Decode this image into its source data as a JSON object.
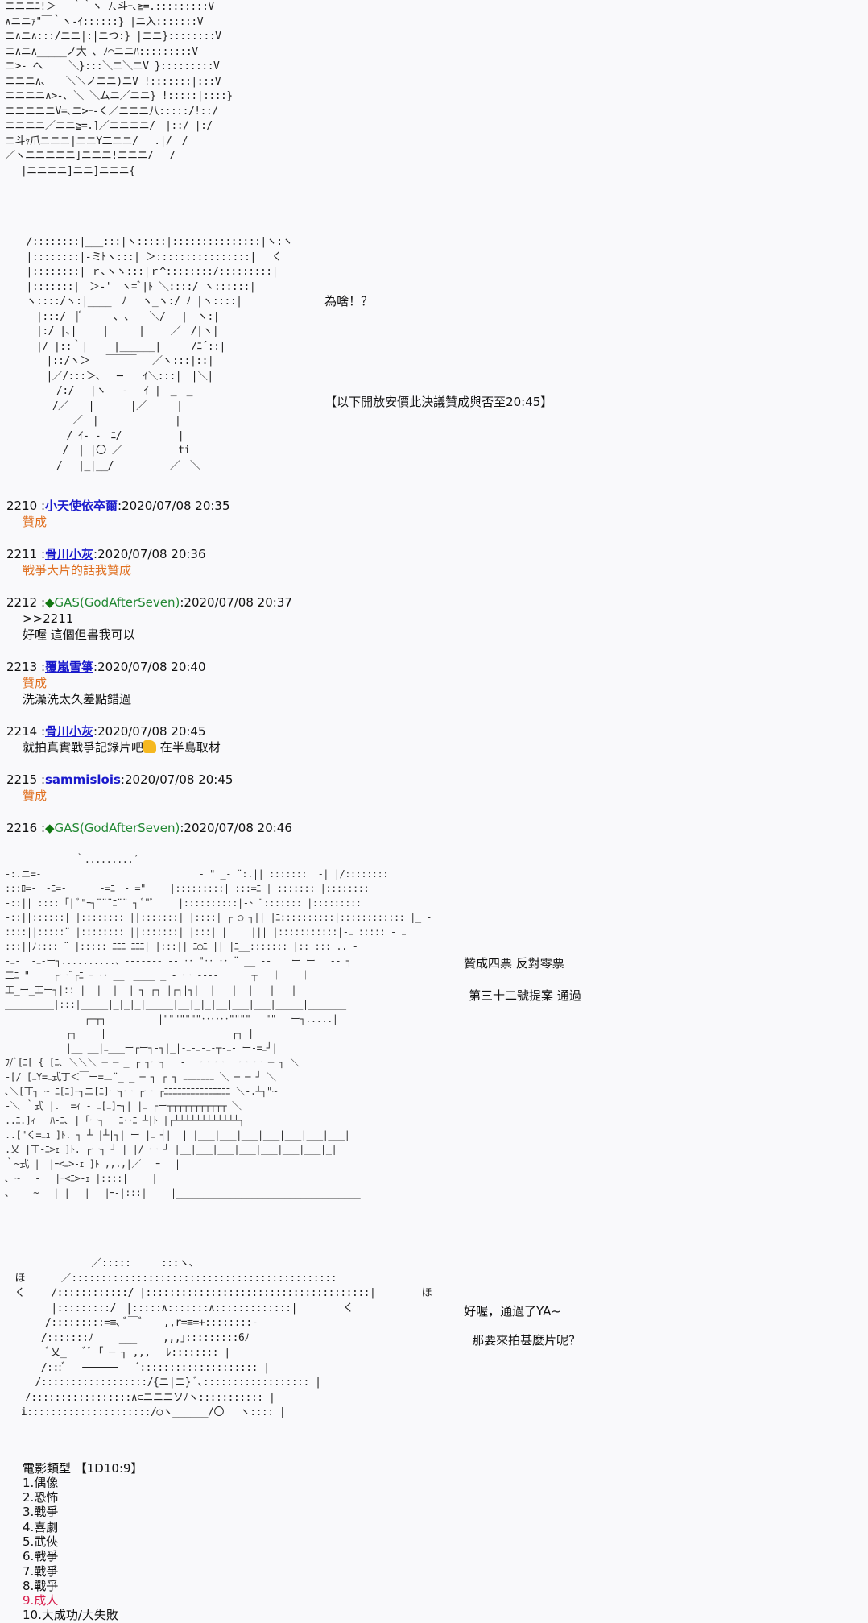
{
  "art1": [
    "ニニニﾆ!＞　 ｀｀ヽ ﾉ､斗ｰ､≧=.:::::::::V",
    "∧ニニｧ\"￣｀ヽ-ｲ::::::} |ニ入:::::::V",
    "ニ∧ニ∧:::/ニニ|:|ニつ:} |ニニ}::::::::V",
    "ニ∧ニ∧_____ノ大 ､ ﾉ⌒ニニﾊ:::::::::V",
    "ニ>- へ　　 ＼}:::＼ニ＼ニV }:::::::::V",
    "ニニニ∧､　　＼＼ノニニ)ニV !:::::::|:::V",
    "ニニニニ∧>-､ ＼ ＼ムニ／ニニ} !:::::|::::}",
    "ニニニニニV=､ニ>ｰ-く／ニニニ八:::::/!::/",
    "ニニニニ／ニニ≧=.]／ニニニニ/　|::/ |:/",
    "ニ斗ｬ爪ニニニ|ニニY二ニニ/　 .|/　/",
    "／ヽニニニニニ]ニニニ!ニニニ/　 /",
    "　 |ニニニニ]ニニ]ニニニ{"
  ],
  "art2": [
    "　/::::::::|___:::|ヽ:::::|:::::::::::::::|ヽ:ヽ",
    "　|::::::::|-ミﾄヽ:::| ＞::::::::::::::::| 　く",
    "　|::::::::| ｒ､ヽヽ:::|ｒ^::::::::/:::::::::|",
    "　|:::::::|　＞-'　ヽ=ﾞ|ﾄ ＼::::/ ヽ::::::|",
    "　ヽ::::/ヽ:|____　ﾉ　 ヽ_ヽ:/ ﾉ |ヽ::::|",
    "　　|:::/　|ﾞ　　　､ ､　　＼/　 |　ヽ:|",
    "　　|:/ |､|　　 |￣￣￣|　　 ／　/|ヽ|",
    "　　|/ |::｀|　　 |______|　　　/ﾆ´::|",
    "　　　|::/ヽ＞　 ￣￣￣　 ／ヽ:::|::|",
    "　　　|／/:::＞､　 ─　　ｲ＼:::|　|＼|",
    "　　　　/:/　 |ヽ　 -　 ｲ |　_＿_",
    "　　　 /／　　|　　　 |／　　　|",
    "　　　　　 ／　|　　　　　　　 |",
    "　　　　　/ ｲ- -　ﾆ/　　　　　 |",
    "　　　　 /　| |〇 ／　　　　　 ti",
    "　　　　/　 |_|__/　　　　　 ／　＼"
  ],
  "say1": "為啥！？",
  "notice": "【以下開放安價此決議贊成與否至20:45】",
  "posts": [
    {
      "num": "2210 :",
      "name": "小天使依卒爾",
      "date": ":2020/07/08 20:35",
      "lines": [
        "贊成"
      ],
      "orange": true
    },
    {
      "num": "2211 :",
      "name": "骨川小灰",
      "date": ":2020/07/08 20:36",
      "lines": [
        "戰爭大片的話我贊成"
      ],
      "orange": true
    },
    {
      "num": "2212 :",
      "trip": "◆",
      "name": "GAS(GodAfterSeven)",
      "date": ":2020/07/08 20:37",
      "lines": [
        ">>2211",
        "好喔 這個但書我可以"
      ]
    },
    {
      "num": "2213 :",
      "name": "覆嵐雪箏",
      "date": ":2020/07/08 20:40",
      "lines": [
        "贊成",
        "洗澡洗太久差點錯過"
      ]
    },
    {
      "num": "2214 :",
      "name": "骨川小灰",
      "date": ":2020/07/08 20:45",
      "lines": [
        "就拍真實戰爭記錄片吧",
        "在半島取材"
      ]
    },
    {
      "num": "2215 :",
      "name": "sammislois",
      "date": ":2020/07/08 20:45",
      "lines": [
        "贊成"
      ]
    },
    {
      "num": "2216 :",
      "trip": "◆",
      "name": "GAS(GodAfterSeven)",
      "date": ":2020/07/08 20:46"
    }
  ],
  "art3": [
    "　　　　　　　 ｀.........´",
    "-:.ニ=-　　　　　　　　　　　　　　　　　- \" _- ¨:.|| :::::::  -| |/::::::::",
    ":::ﾛ=-　-ﾆ=-　　　 -=ﾆ　- =\"　　 |:::::::::| :::=ﾆ | ::::::: |::::::::",
    "-::|| :::: ｢| ﾞ\"ｰ┐¨¨¨ﾆ¨¨ ┐ ﾞ\"ﾞ　　 |::::::::::|-ﾄ ¨::::::: |:::::::::",
    "-::||::::::| |:::::::: ||:::::::| |::::| ┌ ○ ┐|| |ﾆ::::::::::|:::::::::::: |_ -",
    "::::||:::::¨ |:::::::: ||:::::::| |:::| |　　 ||| |:::::::::::|-ﾆ ::::: - ﾆ",
    ":::||ﾉ:::: ¨ |::::: ﾆﾆﾆ ﾆﾆﾆ| |:::|| ﾆ○ﾆ || |ﾆ__::::::: |:: ::: .. -",
    "-ﾆ-  -ﾆ-ー┐..........、------- -- ‥ \"‥ ‥ ¨ __ -- 　 ー ー　 -- ┐",
    "二ﾆ \"　　 ┌ー¨┌ﾆ ｰ ‥ __　____ _ - ー ----　　　 ┬　 ｜ 　 ｜",
    "工_ー_工ー┐|:: |  |  |  | ┐ ┌┐ |┌┐|┐|  |   |  |   |   |",
    "_________|:::|_____|_|_|_|_____|__|_|_|__|___|___|_____|_______",
    "　　　　　　　　 ┌─┬┐　　　　　 |\"\"\"\"\"\"\"‥‥‥\"\"\"\"　 \"\"　 ー┐.....|",
    "　　　　　　 ┌┐　　 |　　　　　　　　　　　　　 ┌┐ |",
    "　　　　　　 |__|__|ﾆ___ー┌ー┐-┐|_|-ﾆ-ﾆ-ﾆ-┬-ﾆ- ー-=ﾆ┘|",
    "ﾌ/ﾞ[ﾆ[ { [ﾆ､ ＼＼＼ ─ ─ _ ┌ ┐ー┐　 -　 ー ー　 ー ー ─ ┐ ＼",
    "-[/ [ﾆY=ﾆ式丁＜￣ー=ニ¨_ _ ─ ┐ ┌ ┐ ﾆﾆﾆﾆﾆﾆﾆ ＼ ─ ─ ┘ ＼",
    "､＼[丁┐ ~ ﾆ[ﾆ]ｰ┐ニ[ﾆ]ー┐ー ┌ー ┌ﾆﾆﾆﾆﾆﾆﾆﾆﾆﾆﾆﾆﾆﾆﾆ ＼-.┴┐\"~",
    "-＼ ｀式 |. |=ｨ - ﾆ[ﾆ]ｰ┐| |ﾆ ┌ー┬┬┬┬┬┬┬┬┬┬┬ ＼",
    "..ﾆ.]ｨ　 ﾊ-ﾆ､ | ｢ー┐ 　ﾆ‥ﾆ ┴|ﾄ |┌┴┴┴┴┴┴┴┴┴┴┴┴┐",
    "..[\"く=ﾆｭ ]ﾄ. ┐ ┴ |┴|┐| ー |ﾆ ┤|  | |___|___|___|___|___|___|___|",
    ".乂 |丁-ﾆ>ｪ ]ﾄ. ┌ー┐ ┘ | |/ ー ┘ |__|___|___|___|___|___|___|_|",
    "｀~式 |　|ｰ<ﾆ>-ｪ ]ﾄ ,,.,|／　 ｰ　 |",
    "､ ~　 -　 |ｰ<ﾆ>-ｪ |::::|　　 |",
    "､　　 ~　 | |　 |　 |ｰ-|:::|　　 |__________________________________"
  ],
  "votes": {
    "result": "贊成四票 反對零票",
    "proposal": "第三十二號提案",
    "passed": "通過"
  },
  "art4": [
    "　　　　　　　　 ／:::::￣￣￣:::ヽ、",
    "　ほ　　　 ／:::::::::::::::::::::::::::::::::::::::::::::",
    "　く　　 /::::::::::::/ |::::::::::::::::::::::::::::::::::::::|　　　　 ほ",
    "　　　　 |:::::::::/　|:::::∧:::::::∧:::::::::::::|　　　　 く",
    "　　　　/:::::::::=≡､ ﾞ￣ﾞ　　,,r=≡=+::::::::-",
    "　　　 /:::::::ﾉ　　 ___　　 ,,,｣:::::::::6ﾉ",
    "　　　　ﾞ乂_　 ﾞﾞ ｢ ─ ┐ ,,,　 ﾚ:::::::: |",
    "　　　 /:::ﾞ　 ──────　 ´:::::::::::::::::::: |",
    "　　　/::::::::::::::::::/{ニ|ニ} ﾞ､:::::::::::::::::: |",
    "　　/:::::::::::::::::∧⊂ニニニソﾉヽ::::::::::: |",
    "　 i:::::::::::::::::::::/○ヽ______/〇　 ヽ:::: |"
  ],
  "say2": "好喔，通過了YA~",
  "say3": "那要來拍甚麼片呢？",
  "movie": {
    "title": "電影類型 【1D10:9】",
    "options": [
      "1.偶像",
      "2.恐怖",
      "3.戰爭",
      "4.喜劇",
      "5.武俠",
      "6.戰爭",
      "7.戰爭",
      "8.戰爭",
      "9.成人",
      "10.大成功/大失敗"
    ],
    "highlight_color": "#d81b4a"
  }
}
